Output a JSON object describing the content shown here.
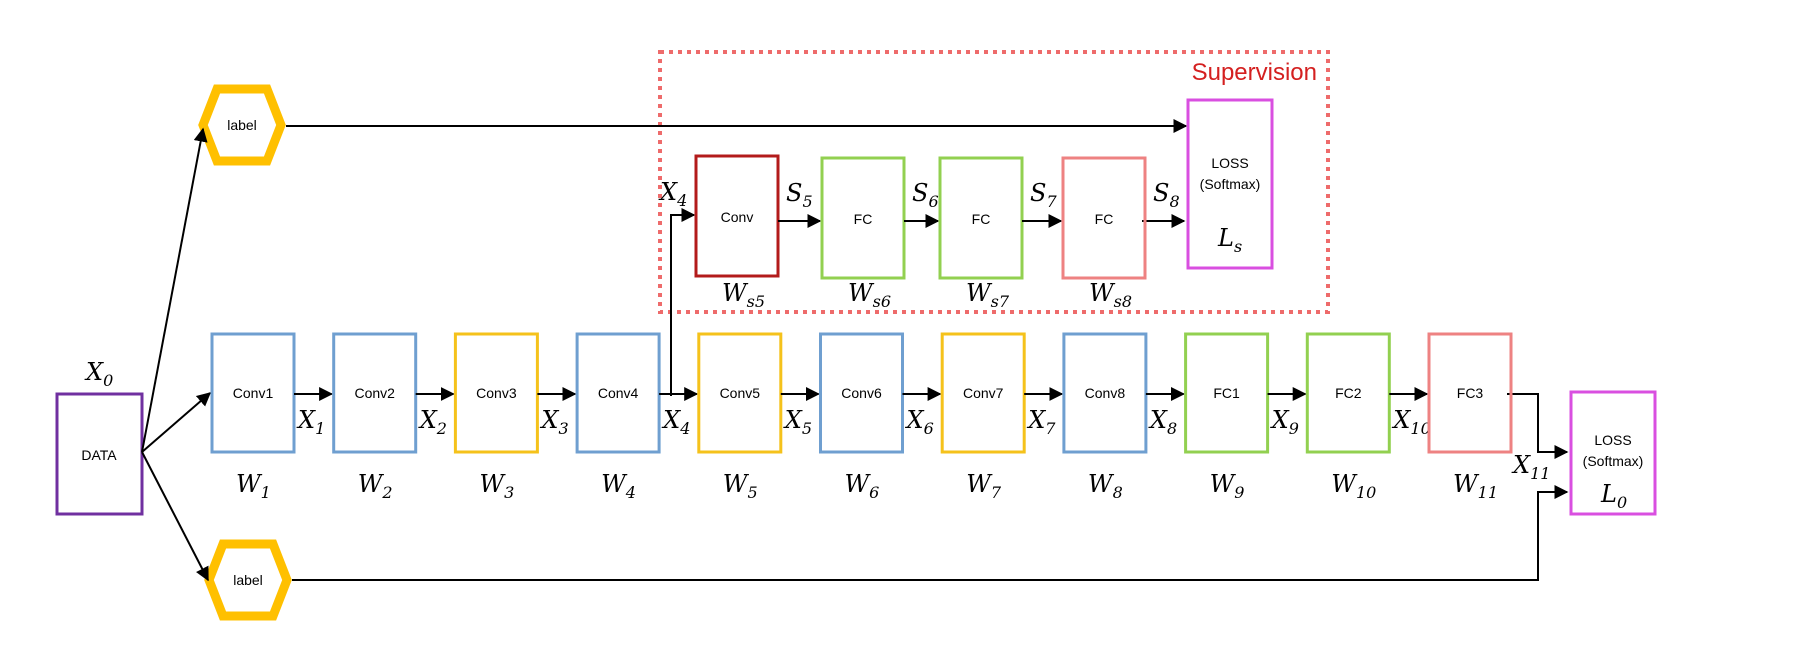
{
  "colors": {
    "blue": "#6f9fd0",
    "yellow": "#f5c21b",
    "green": "#92d050",
    "salmon": "#ee8282",
    "darkred": "#b31b1b",
    "magenta": "#d94fe0",
    "purple": "#7030a0",
    "hexagon": "#ffc000",
    "supervision": "#ee6b6b"
  },
  "supervision": {
    "title": "Supervision"
  },
  "data_node": {
    "label": "DATA",
    "input_var": "X",
    "input_sub": "0"
  },
  "labels": {
    "top": "label",
    "bottom": "label"
  },
  "main_chain": [
    {
      "label": "Conv1",
      "color": "blue",
      "w_sub": "1",
      "x_sub": "1"
    },
    {
      "label": "Conv2",
      "color": "blue",
      "w_sub": "2",
      "x_sub": "2"
    },
    {
      "label": "Conv3",
      "color": "yellow",
      "w_sub": "3",
      "x_sub": "3"
    },
    {
      "label": "Conv4",
      "color": "blue",
      "w_sub": "4",
      "x_sub": "4"
    },
    {
      "label": "Conv5",
      "color": "yellow",
      "w_sub": "5",
      "x_sub": "5"
    },
    {
      "label": "Conv6",
      "color": "blue",
      "w_sub": "6",
      "x_sub": "6"
    },
    {
      "label": "Conv7",
      "color": "yellow",
      "w_sub": "7",
      "x_sub": "7"
    },
    {
      "label": "Conv8",
      "color": "blue",
      "w_sub": "8",
      "x_sub": "8"
    },
    {
      "label": "FC1",
      "color": "green",
      "w_sub": "9",
      "x_sub": "9"
    },
    {
      "label": "FC2",
      "color": "green",
      "w_sub": "10",
      "x_sub": "10"
    },
    {
      "label": "FC3",
      "color": "salmon",
      "w_sub": "11",
      "x_sub": "11"
    }
  ],
  "branch_chain": [
    {
      "label": "Conv",
      "color": "darkred",
      "w_sub": "s5",
      "s_sub": "5"
    },
    {
      "label": "FC",
      "color": "green",
      "w_sub": "s6",
      "s_sub": "6"
    },
    {
      "label": "FC",
      "color": "green",
      "w_sub": "s7",
      "s_sub": "7"
    },
    {
      "label": "FC",
      "color": "salmon",
      "w_sub": "s8",
      "s_sub": "8"
    }
  ],
  "branch_input": {
    "var": "X",
    "sub": "4"
  },
  "loss_s": {
    "line1": "LOSS",
    "line2": "(Softmax)",
    "var": "L",
    "sub": "s"
  },
  "loss_0": {
    "line1": "LOSS",
    "line2": "(Softmax)",
    "var": "L",
    "sub": "0"
  },
  "var_letters": {
    "W": "W",
    "X": "X",
    "S": "S"
  }
}
